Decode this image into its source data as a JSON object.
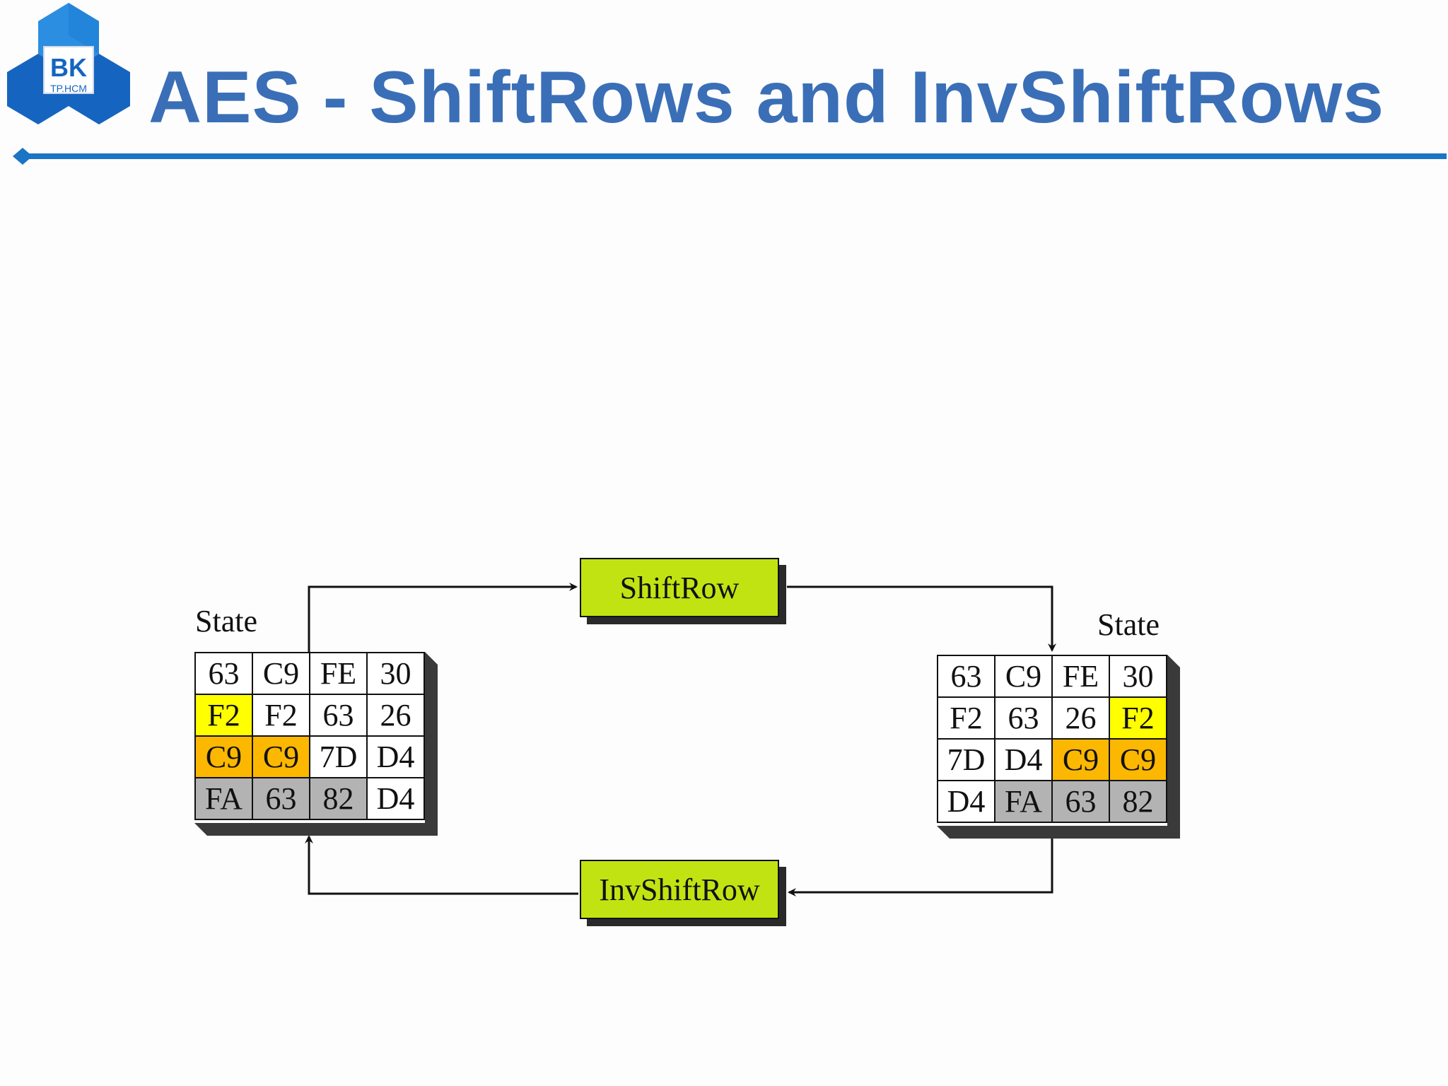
{
  "logo": {
    "name": "BK",
    "sub": "TP.HCM"
  },
  "title": "AES - ShiftRows and InvShiftRows",
  "colors": {
    "title": "#3a6fb7",
    "rule": "#1c74c4",
    "op_box": "#c2e312",
    "yellow": "#ffff00",
    "orange": "#fcb800",
    "gray": "#b3b3b3",
    "white": "#ffffff"
  },
  "diagram": {
    "left_state": {
      "label": "State",
      "rows": [
        [
          {
            "v": "63",
            "c": "white"
          },
          {
            "v": "C9",
            "c": "white"
          },
          {
            "v": "FE",
            "c": "white"
          },
          {
            "v": "30",
            "c": "white"
          }
        ],
        [
          {
            "v": "F2",
            "c": "yellow"
          },
          {
            "v": "F2",
            "c": "white"
          },
          {
            "v": "63",
            "c": "white"
          },
          {
            "v": "26",
            "c": "white"
          }
        ],
        [
          {
            "v": "C9",
            "c": "orange"
          },
          {
            "v": "C9",
            "c": "orange"
          },
          {
            "v": "7D",
            "c": "white"
          },
          {
            "v": "D4",
            "c": "white"
          }
        ],
        [
          {
            "v": "FA",
            "c": "gray"
          },
          {
            "v": "63",
            "c": "gray"
          },
          {
            "v": "82",
            "c": "gray"
          },
          {
            "v": "D4",
            "c": "white"
          }
        ]
      ]
    },
    "right_state": {
      "label": "State",
      "rows": [
        [
          {
            "v": "63",
            "c": "white"
          },
          {
            "v": "C9",
            "c": "white"
          },
          {
            "v": "FE",
            "c": "white"
          },
          {
            "v": "30",
            "c": "white"
          }
        ],
        [
          {
            "v": "F2",
            "c": "white"
          },
          {
            "v": "63",
            "c": "white"
          },
          {
            "v": "26",
            "c": "white"
          },
          {
            "v": "F2",
            "c": "yellow"
          }
        ],
        [
          {
            "v": "7D",
            "c": "white"
          },
          {
            "v": "D4",
            "c": "white"
          },
          {
            "v": "C9",
            "c": "orange"
          },
          {
            "v": "C9",
            "c": "orange"
          }
        ],
        [
          {
            "v": "D4",
            "c": "white"
          },
          {
            "v": "FA",
            "c": "gray"
          },
          {
            "v": "63",
            "c": "gray"
          },
          {
            "v": "82",
            "c": "gray"
          }
        ]
      ]
    },
    "shift_op": "ShiftRow",
    "inv_op": "InvShiftRow"
  }
}
